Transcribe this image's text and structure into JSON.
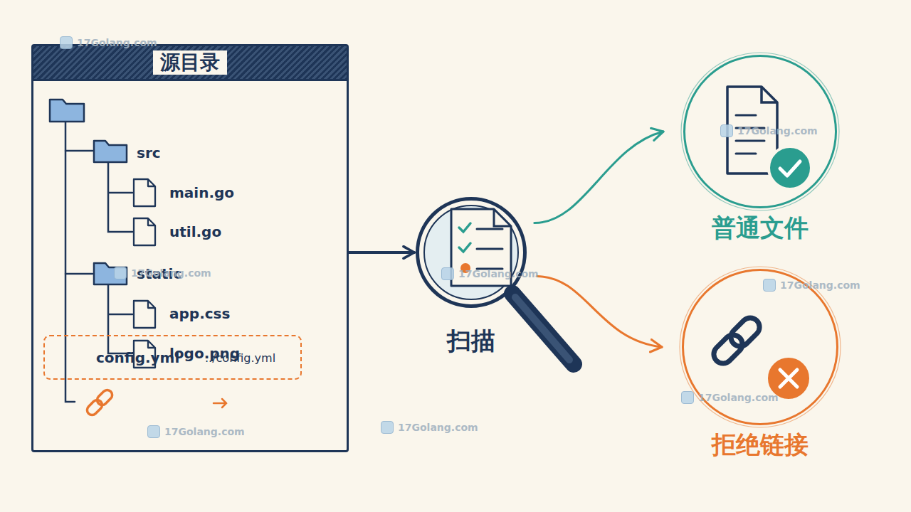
{
  "diagram": {
    "nodes": [
      {
        "text": [
          "源目录"
        ]
      },
      {
        "text": [
          "config.yml",
          "../config.yml"
        ],
        "in": 0
      },
      {
        "text": [
          "扫描"
        ]
      },
      {
        "text": [
          "普通文件"
        ]
      },
      {
        "text": [
          "拒绝链接"
        ]
      }
    ],
    "edges": [
      {
        "from": 0,
        "to": 2,
        "arrow": "to"
      },
      {
        "from": 2,
        "to": 3,
        "arrow": "to"
      },
      {
        "from": 2,
        "to": 4,
        "arrow": "to"
      }
    ],
    "labels": [
      "src",
      "main.go",
      "util.go",
      "static",
      "app.css",
      "logo.png",
      "17Golang.com",
      "17Golang.com",
      "17Golang.com",
      "17Golang.com",
      "17Golang.com",
      "17Golang.com",
      "17Golang.com",
      "17Golang.com"
    ]
  }
}
